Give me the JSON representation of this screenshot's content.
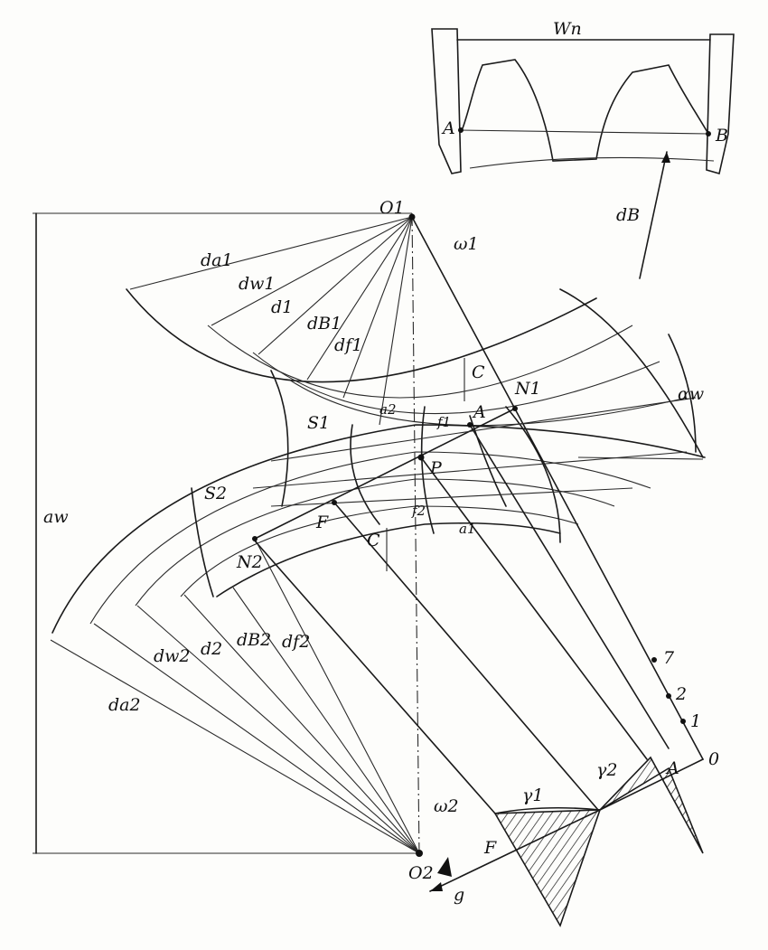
{
  "labels": {
    "Wn": "Wn",
    "A_top": "A",
    "B_top": "B",
    "dB": "dB",
    "O1": "O1",
    "omega1": "ω1",
    "da1": "da1",
    "dw1": "dw1",
    "d1": "d1",
    "dB1": "dB1",
    "df1": "df1",
    "C_upper": "C",
    "N1": "N1",
    "A_mid": "A",
    "alpha_w": "αw",
    "a2": "a2",
    "f1": "f1",
    "S1": "S1",
    "P": "P",
    "aw": "aw",
    "S2": "S2",
    "F_mid": "F",
    "f2": "f2",
    "a1": "a1",
    "C_lower": "C",
    "N2": "N2",
    "dw2": "dw2",
    "d2": "d2",
    "dB2": "dB2",
    "df2": "df2",
    "da2": "da2",
    "num7": "7",
    "num2": "2",
    "num1": "1",
    "num0": "0",
    "omega2": "ω2",
    "r1": "γ1",
    "r2": "γ2",
    "A_bottom": "A",
    "F_bottom": "F",
    "O2": "O2",
    "g": "g"
  }
}
